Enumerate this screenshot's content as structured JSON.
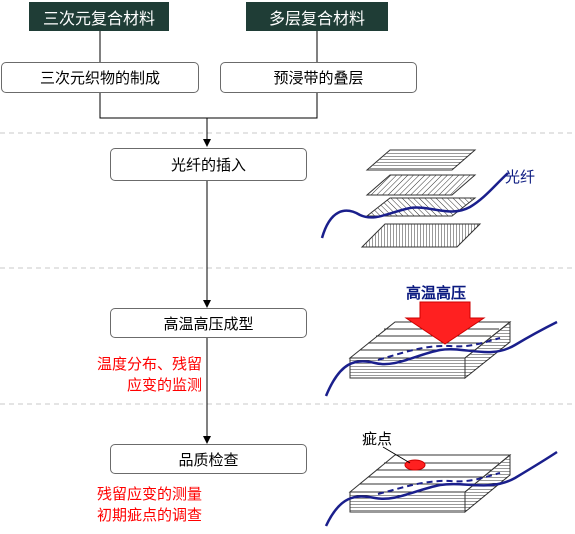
{
  "headers": {
    "left": "三次元复合材料",
    "right": "多层复合材料"
  },
  "steps": {
    "weave": "三次元织物的制成",
    "prepreg": "预浸带的叠层",
    "insert": "光纤的插入",
    "mold": "高温高压成型",
    "inspect": "品质检查"
  },
  "notes": {
    "monitor_line1": "温度分布、残留",
    "monitor_line2": "应变的监测",
    "measure_line1": "残留应变的测量",
    "measure_line2": "初期疵点的调查"
  },
  "labels": {
    "fiber": "光纤",
    "high_temp_pressure": "高温高压",
    "defect": "疵点"
  },
  "colors": {
    "header_bg": "#1f3d36",
    "fiber": "#1a1f8c",
    "note_text": "#ff0000",
    "arrow_red": "#ff2020"
  }
}
